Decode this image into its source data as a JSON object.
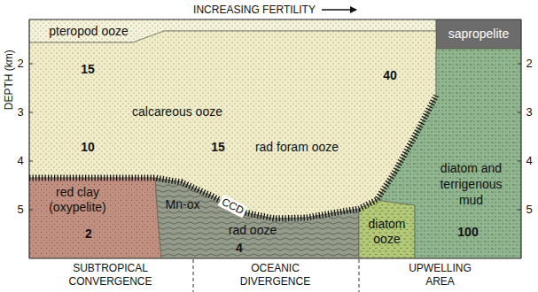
{
  "diagram": {
    "nodes": [
      {
        "text": [
          "pteropod ooze"
        ]
      },
      {
        "text": [
          "sapropelite"
        ]
      },
      {
        "text": [
          "calcareous ooze",
          "rad foram ooze"
        ]
      },
      {
        "text": [
          "red clay (oxypelite)"
        ]
      },
      {
        "text": [
          "Mn-ox",
          "rad ooze"
        ]
      },
      {
        "text": [
          "diatom ooze"
        ]
      },
      {
        "text": [
          "diatom and terrigenous mud"
        ]
      }
    ],
    "labels": [
      "INCREASING FERTILITY",
      "DEPTH (km)",
      "2",
      "3",
      "4",
      "5",
      "2",
      "3",
      "4",
      "5",
      "15",
      "10",
      "15",
      "40",
      "2",
      "4",
      "100",
      "CCD",
      "SUBTROPICAL CONVERGENCE",
      "OCEANIC DIVERGENCE",
      "UPWELLING AREA"
    ]
  }
}
